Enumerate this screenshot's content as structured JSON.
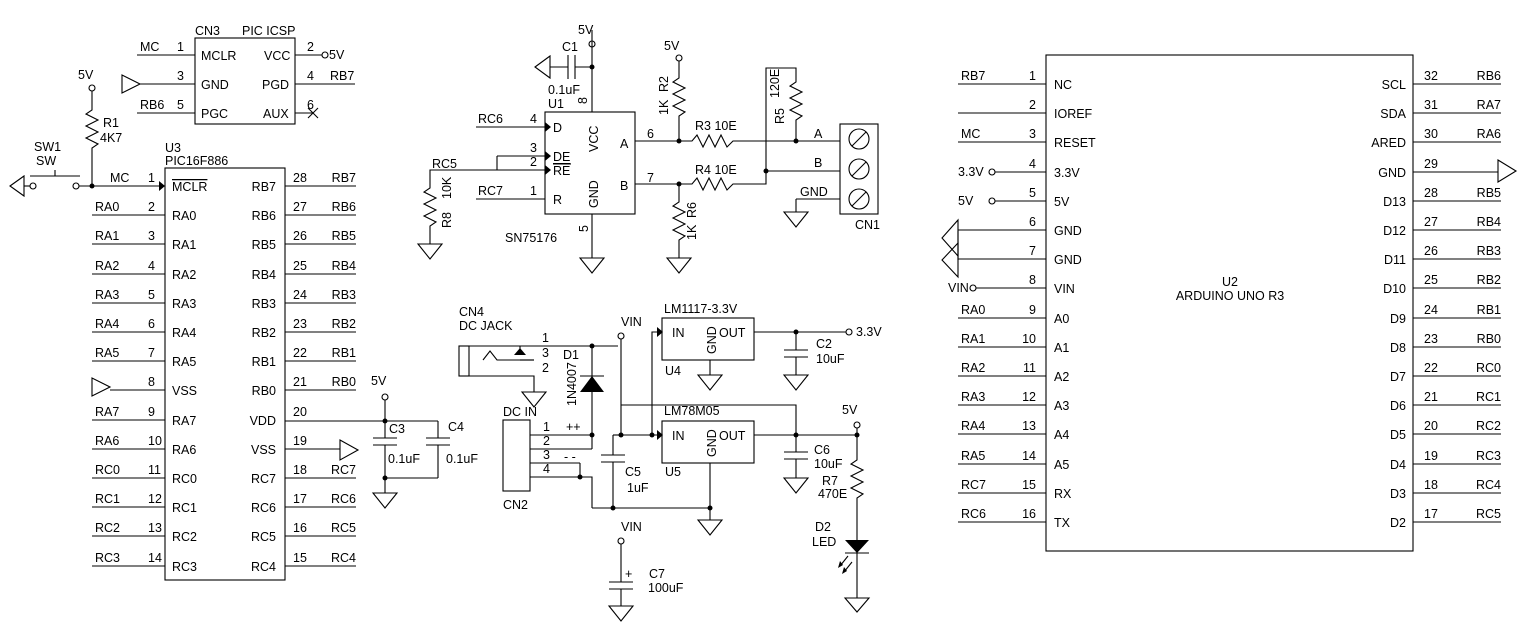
{
  "cn3": {
    "ref": "CN3",
    "title": "PIC ICSP",
    "left_pins": [
      {
        "num": "1",
        "name": "MCLR",
        "net": "MC"
      },
      {
        "num": "3",
        "name": "GND",
        "net": ""
      },
      {
        "num": "5",
        "name": "PGC",
        "net": "RB6"
      }
    ],
    "right_pins": [
      {
        "num": "2",
        "name": "VCC",
        "net": "5V"
      },
      {
        "num": "4",
        "name": "PGD",
        "net": "RB7"
      },
      {
        "num": "6",
        "name": "AUX",
        "net": ""
      }
    ]
  },
  "r1": {
    "ref": "R1",
    "value": "4K7",
    "supply": "5V"
  },
  "sw1": {
    "ref": "SW1",
    "value": "SW",
    "net": "MC"
  },
  "u3": {
    "ref": "U3",
    "part": "PIC16F886",
    "left_pins": [
      {
        "num": "1",
        "name": "MCLR",
        "net": "MC"
      },
      {
        "num": "2",
        "name": "RA0",
        "net": "RA0"
      },
      {
        "num": "3",
        "name": "RA1",
        "net": "RA1"
      },
      {
        "num": "4",
        "name": "RA2",
        "net": "RA2"
      },
      {
        "num": "5",
        "name": "RA3",
        "net": "RA3"
      },
      {
        "num": "6",
        "name": "RA4",
        "net": "RA4"
      },
      {
        "num": "7",
        "name": "RA5",
        "net": "RA5"
      },
      {
        "num": "8",
        "name": "VSS",
        "net": ""
      },
      {
        "num": "9",
        "name": "RA7",
        "net": "RA7"
      },
      {
        "num": "10",
        "name": "RA6",
        "net": "RA6"
      },
      {
        "num": "11",
        "name": "RC0",
        "net": "RC0"
      },
      {
        "num": "12",
        "name": "RC1",
        "net": "RC1"
      },
      {
        "num": "13",
        "name": "RC2",
        "net": "RC2"
      },
      {
        "num": "14",
        "name": "RC3",
        "net": "RC3"
      }
    ],
    "right_pins": [
      {
        "num": "28",
        "name": "RB7",
        "net": "RB7"
      },
      {
        "num": "27",
        "name": "RB6",
        "net": "RB6"
      },
      {
        "num": "26",
        "name": "RB5",
        "net": "RB5"
      },
      {
        "num": "25",
        "name": "RB4",
        "net": "RB4"
      },
      {
        "num": "24",
        "name": "RB3",
        "net": "RB3"
      },
      {
        "num": "23",
        "name": "RB2",
        "net": "RB2"
      },
      {
        "num": "22",
        "name": "RB1",
        "net": "RB1"
      },
      {
        "num": "21",
        "name": "RB0",
        "net": "RB0"
      },
      {
        "num": "20",
        "name": "VDD",
        "net": ""
      },
      {
        "num": "19",
        "name": "VSS",
        "net": ""
      },
      {
        "num": "18",
        "name": "RC7",
        "net": "RC7"
      },
      {
        "num": "17",
        "name": "RC6",
        "net": "RC6"
      },
      {
        "num": "16",
        "name": "RC5",
        "net": "RC5"
      },
      {
        "num": "15",
        "name": "RC4",
        "net": "RC4"
      }
    ]
  },
  "c3": {
    "ref": "C3",
    "value": "0.1uF"
  },
  "c4": {
    "ref": "C4",
    "value": "0.1uF"
  },
  "vdd_supply": "5V",
  "u1": {
    "ref": "U1",
    "part": "SN75176",
    "pins": [
      {
        "num": "4",
        "name": "D",
        "net": "RC6"
      },
      {
        "num": "3",
        "name": "DE",
        "net": ""
      },
      {
        "num": "2",
        "name": "RE",
        "net": "RC5"
      },
      {
        "num": "1",
        "name": "R",
        "net": "RC7"
      },
      {
        "num": "8",
        "name": "VCC",
        "net": ""
      },
      {
        "num": "5",
        "name": "GND",
        "net": ""
      },
      {
        "num": "6",
        "name": "A",
        "net": ""
      },
      {
        "num": "7",
        "name": "B",
        "net": ""
      }
    ]
  },
  "c1": {
    "ref": "C1",
    "value": "0.1uF",
    "supply": "5V"
  },
  "r2": {
    "ref": "R2",
    "value": "1K",
    "supply": "5V"
  },
  "r3": {
    "ref": "R3",
    "value": "10E"
  },
  "r4": {
    "ref": "R4",
    "value": "10E"
  },
  "r5": {
    "ref": "R5",
    "value": "120E"
  },
  "r6": {
    "ref": "R6",
    "value": "1K"
  },
  "r8": {
    "ref": "R8",
    "value": "10K",
    "net": "RC5"
  },
  "cn1": {
    "ref": "CN1",
    "labels": [
      "A",
      "B",
      "GND"
    ]
  },
  "cn4": {
    "ref": "CN4",
    "value": "DC JACK",
    "pins": [
      "1",
      "3",
      "2"
    ]
  },
  "d1": {
    "ref": "D1",
    "value": "1N4007"
  },
  "cn2": {
    "ref": "CN2",
    "value": "DC IN",
    "pins": [
      "1",
      "2",
      "3",
      "4"
    ],
    "marks": [
      "++",
      "- -"
    ]
  },
  "vin": "VIN",
  "u4": {
    "ref": "U4",
    "part": "LM1117-3.3V",
    "in": "IN",
    "gnd": "GND",
    "out": "OUT"
  },
  "u5": {
    "ref": "U5",
    "part": "LM78M05",
    "in": "IN",
    "gnd": "GND",
    "out": "OUT"
  },
  "c2": {
    "ref": "C2",
    "value": "10uF"
  },
  "c5": {
    "ref": "C5",
    "value": "1uF"
  },
  "c6": {
    "ref": "C6",
    "value": "10uF"
  },
  "c7": {
    "ref": "C7",
    "value": "100uF",
    "polarity": "+"
  },
  "r7": {
    "ref": "R7",
    "value": "470E"
  },
  "d2": {
    "ref": "D2",
    "value": "LED"
  },
  "out_33": "3.3V",
  "out_5": "5V",
  "u2": {
    "ref": "U2",
    "part": "ARDUINO UNO R3",
    "left_pins": [
      {
        "num": "1",
        "name": "NC",
        "net": "RB7"
      },
      {
        "num": "2",
        "name": "IOREF",
        "net": ""
      },
      {
        "num": "3",
        "name": "RESET",
        "net": "MC"
      },
      {
        "num": "4",
        "name": "3.3V",
        "net": "3.3V"
      },
      {
        "num": "5",
        "name": "5V",
        "net": "5V"
      },
      {
        "num": "6",
        "name": "GND",
        "net": ""
      },
      {
        "num": "7",
        "name": "GND",
        "net": ""
      },
      {
        "num": "8",
        "name": "VIN",
        "net": "VIN"
      },
      {
        "num": "9",
        "name": "A0",
        "net": "RA0"
      },
      {
        "num": "10",
        "name": "A1",
        "net": "RA1"
      },
      {
        "num": "11",
        "name": "A2",
        "net": "RA2"
      },
      {
        "num": "12",
        "name": "A3",
        "net": "RA3"
      },
      {
        "num": "13",
        "name": "A4",
        "net": "RA4"
      },
      {
        "num": "14",
        "name": "A5",
        "net": "RA5"
      },
      {
        "num": "15",
        "name": "RX",
        "net": "RC7"
      },
      {
        "num": "16",
        "name": "TX",
        "net": "RC6"
      }
    ],
    "right_pins": [
      {
        "num": "32",
        "name": "SCL",
        "net": "RB6"
      },
      {
        "num": "31",
        "name": "SDA",
        "net": "RA7"
      },
      {
        "num": "30",
        "name": "ARED",
        "net": "RA6"
      },
      {
        "num": "29",
        "name": "GND",
        "net": ""
      },
      {
        "num": "28",
        "name": "D13",
        "net": "RB5"
      },
      {
        "num": "27",
        "name": "D12",
        "net": "RB4"
      },
      {
        "num": "26",
        "name": "D11",
        "net": "RB3"
      },
      {
        "num": "25",
        "name": "D10",
        "net": "RB2"
      },
      {
        "num": "24",
        "name": "D9",
        "net": "RB1"
      },
      {
        "num": "23",
        "name": "D8",
        "net": "RB0"
      },
      {
        "num": "22",
        "name": "D7",
        "net": "RC0"
      },
      {
        "num": "21",
        "name": "D6",
        "net": "RC1"
      },
      {
        "num": "20",
        "name": "D5",
        "net": "RC2"
      },
      {
        "num": "19",
        "name": "D4",
        "net": "RC3"
      },
      {
        "num": "18",
        "name": "D3",
        "net": "RC4"
      },
      {
        "num": "17",
        "name": "D2",
        "net": "RC5"
      }
    ]
  }
}
